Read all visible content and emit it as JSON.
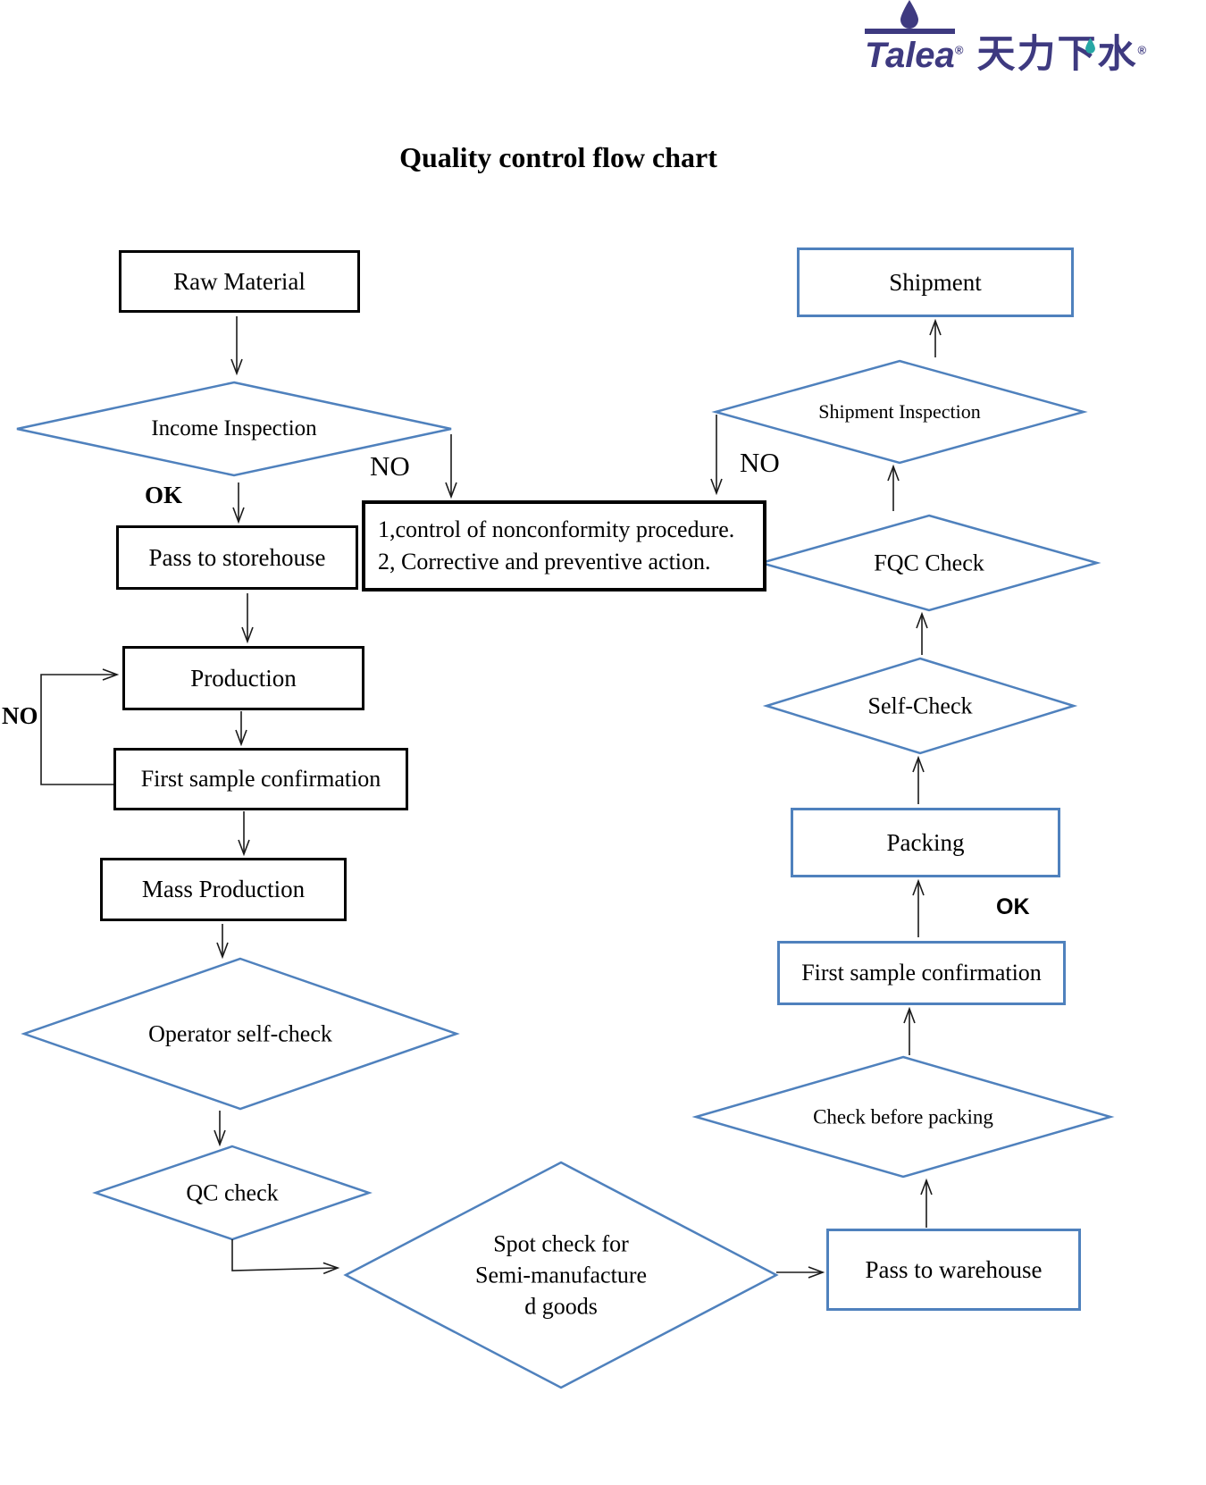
{
  "page": {
    "title": "Quality control flow chart"
  },
  "logo": {
    "brand": "Talea",
    "brand_cn": "天力下水",
    "registered": "®",
    "color": "#3e3a80",
    "drop_color": "#27a7a5"
  },
  "colors": {
    "shape_stroke": "#4f81bd",
    "black_box_border": "#000000",
    "arrow": "#1b1b1b"
  },
  "nodes": {
    "raw_material": "Raw Material",
    "income_inspection": "Income Inspection",
    "pass_storehouse": "Pass to storehouse",
    "nonconformity_line1": "1,control of nonconformity procedure.",
    "nonconformity_line2": "2, Corrective and preventive action.",
    "production": "Production",
    "first_sample_left": "First sample confirmation",
    "mass_production": "Mass Production",
    "operator_self_check": "Operator self-check",
    "qc_check": "QC check",
    "spot_check_line1": "Spot check for",
    "spot_check_line2": "Semi-manufacture",
    "spot_check_line3": "d goods",
    "pass_warehouse": "Pass to warehouse",
    "check_before_packing": "Check before packing",
    "first_sample_right": "First sample confirmation",
    "packing": "Packing",
    "self_check": "Self-Check",
    "fqc_check": "FQC Check",
    "shipment_inspection": "Shipment Inspection",
    "shipment": "Shipment"
  },
  "labels": {
    "ok_left": "OK",
    "no_income": "NO",
    "no_loop": "NO",
    "no_shipment": "NO",
    "ok_right": "OK"
  }
}
